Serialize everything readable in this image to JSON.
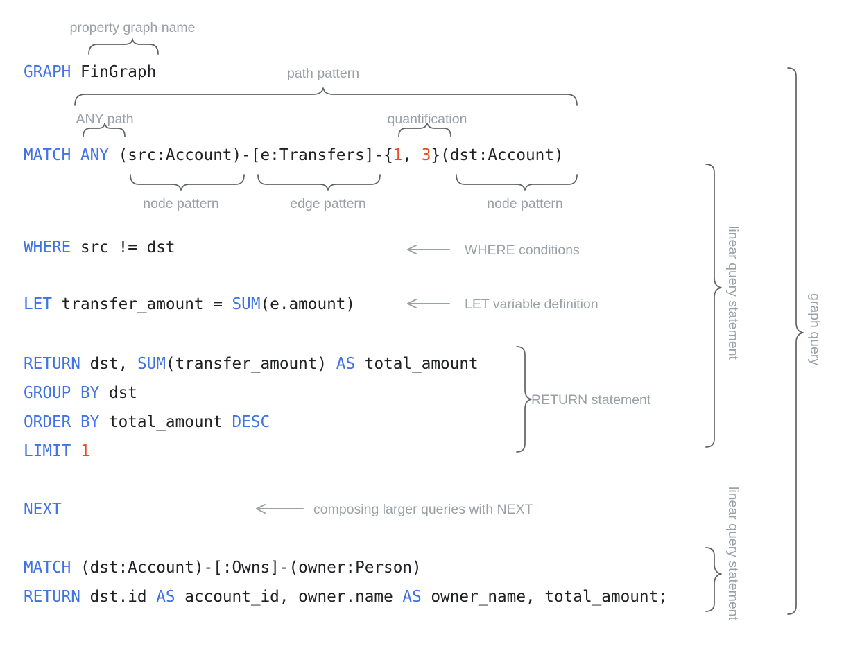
{
  "diagram": {
    "title_semantic": "gql-graph-query-annotated-syntax",
    "colors": {
      "keyword_blue": "#3f72e3",
      "number_orange": "#ea4a23",
      "code_black": "#202124",
      "annotation_gray": "#9aa0a6",
      "brace_gray": "#5f6368",
      "background": "#ffffff"
    }
  },
  "code_lines": [
    {
      "id": "line-graph",
      "tokens": [
        {
          "text": "GRAPH",
          "style": "kw"
        },
        {
          "text": " FinGraph",
          "style": "plain"
        }
      ]
    },
    {
      "id": "line-match-1",
      "tokens": [
        {
          "text": "MATCH",
          "style": "kw"
        },
        {
          "text": " ",
          "style": "plain"
        },
        {
          "text": "ANY",
          "style": "kw"
        },
        {
          "text": " (src:Account)-[e:Transfers]-{",
          "style": "plain"
        },
        {
          "text": "1",
          "style": "num"
        },
        {
          "text": ", ",
          "style": "plain"
        },
        {
          "text": "3",
          "style": "num"
        },
        {
          "text": "}(dst:Account)",
          "style": "plain"
        }
      ]
    },
    {
      "id": "line-where",
      "tokens": [
        {
          "text": "WHERE",
          "style": "kw"
        },
        {
          "text": " src != dst",
          "style": "plain"
        }
      ]
    },
    {
      "id": "line-let",
      "tokens": [
        {
          "text": "LET",
          "style": "kw"
        },
        {
          "text": " transfer_amount = ",
          "style": "plain"
        },
        {
          "text": "SUM",
          "style": "kw"
        },
        {
          "text": "(e.amount)",
          "style": "plain"
        }
      ]
    },
    {
      "id": "line-return-1",
      "tokens": [
        {
          "text": "RETURN",
          "style": "kw"
        },
        {
          "text": " dst, ",
          "style": "plain"
        },
        {
          "text": "SUM",
          "style": "kw"
        },
        {
          "text": "(transfer_amount) ",
          "style": "plain"
        },
        {
          "text": "AS",
          "style": "kw"
        },
        {
          "text": " total_amount",
          "style": "plain"
        }
      ]
    },
    {
      "id": "line-group-by",
      "tokens": [
        {
          "text": "GROUP BY",
          "style": "kw"
        },
        {
          "text": " dst",
          "style": "plain"
        }
      ]
    },
    {
      "id": "line-order-by",
      "tokens": [
        {
          "text": "ORDER BY",
          "style": "kw"
        },
        {
          "text": " total_amount ",
          "style": "plain"
        },
        {
          "text": "DESC",
          "style": "kw"
        }
      ]
    },
    {
      "id": "line-limit",
      "tokens": [
        {
          "text": "LIMIT",
          "style": "kw"
        },
        {
          "text": " ",
          "style": "plain"
        },
        {
          "text": "1",
          "style": "num"
        }
      ]
    },
    {
      "id": "line-next",
      "tokens": [
        {
          "text": "NEXT",
          "style": "kw"
        }
      ]
    },
    {
      "id": "line-match-2",
      "tokens": [
        {
          "text": "MATCH",
          "style": "kw"
        },
        {
          "text": " (dst:Account)-[:Owns]-(owner:Person)",
          "style": "plain"
        }
      ]
    },
    {
      "id": "line-return-2",
      "tokens": [
        {
          "text": "RETURN",
          "style": "kw"
        },
        {
          "text": " dst.id ",
          "style": "plain"
        },
        {
          "text": "AS",
          "style": "kw"
        },
        {
          "text": " account_id, owner.name ",
          "style": "plain"
        },
        {
          "text": "AS",
          "style": "kw"
        },
        {
          "text": " owner_name, total_amount;",
          "style": "plain"
        }
      ]
    }
  ],
  "annotations": {
    "property_graph_name": "property graph name",
    "path_pattern": "path pattern",
    "any_path": "ANY path",
    "quantification": "quantification",
    "node_pattern_left": "node pattern",
    "edge_pattern": "edge pattern",
    "node_pattern_right": "node pattern",
    "where_conditions": "WHERE conditions",
    "let_variable_definition": "LET variable definition",
    "return_statement": "RETURN statement",
    "composing_with_next": "composing larger queries with NEXT",
    "linear_query_statement_1": "linear query statement",
    "linear_query_statement_2": "linear query statement",
    "graph_query": "graph query"
  }
}
